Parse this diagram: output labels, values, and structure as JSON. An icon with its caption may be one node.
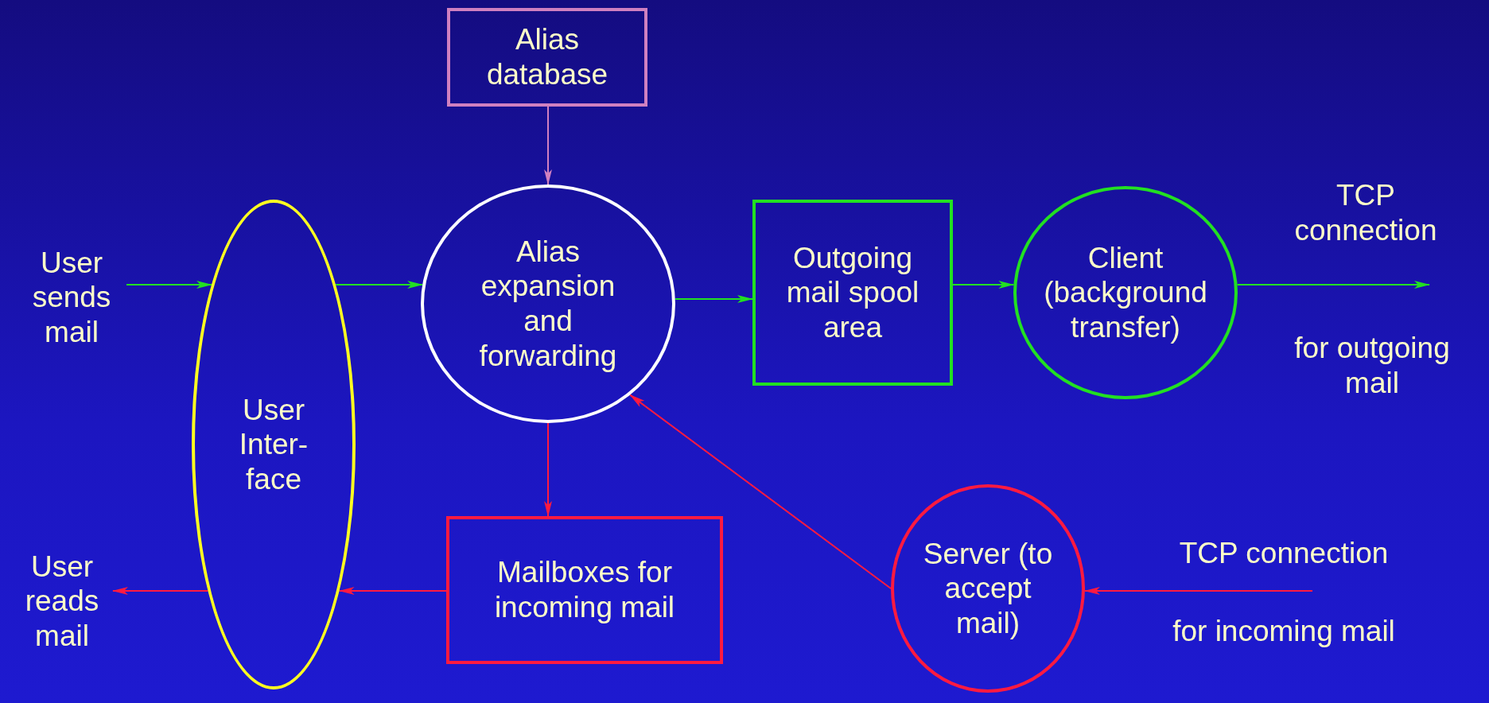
{
  "diagram": {
    "nodes": [
      {
        "text": [
          "Alias database"
        ]
      },
      {
        "text": [
          "User sends mail"
        ]
      },
      {
        "text": [
          "User Inter- face"
        ]
      },
      {
        "text": [
          "Alias expansion and forwarding"
        ]
      },
      {
        "text": [
          "Outgoing mail spool area"
        ]
      },
      {
        "text": [
          "Client (background transfer)"
        ]
      },
      {
        "text": [
          "User reads mail"
        ]
      },
      {
        "text": [
          "Mailboxes for incoming mail"
        ]
      },
      {
        "text": [
          "Server (to accept mail)"
        ]
      }
    ],
    "edges": [
      {
        "from": 1,
        "to": 2,
        "arrow": "to"
      },
      {
        "from": 2,
        "to": 3,
        "arrow": "to"
      },
      {
        "from": 0,
        "to": 3,
        "arrow": "to",
        "color": "#d080c0"
      },
      {
        "from": 3,
        "to": 4,
        "arrow": "to"
      },
      {
        "from": 4,
        "to": 5,
        "arrow": "to"
      },
      {
        "from": 5,
        "to": null,
        "arrow": "to"
      },
      {
        "from": 3,
        "to": 7,
        "arrow": "to",
        "color": "#ff1a40"
      },
      {
        "from": 7,
        "to": 2,
        "arrow": "to",
        "color": "#ff1a40"
      },
      {
        "from": 2,
        "to": 6,
        "arrow": "to",
        "color": "#ff1a40"
      },
      {
        "from": 8,
        "to": 3,
        "arrow": "to",
        "color": "#ff1a40"
      },
      {
        "from": null,
        "to": 8,
        "arrow": "to",
        "color": "#ff1a40"
      }
    ],
    "labels": [
      "TCP connection",
      "for outgoing mail",
      "TCP connection",
      "for incoming mail"
    ]
  }
}
